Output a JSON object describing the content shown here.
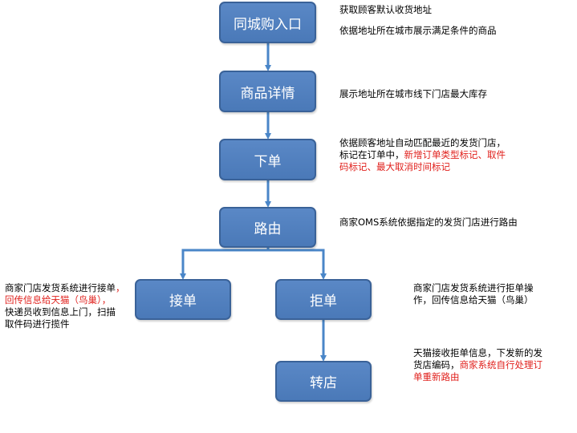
{
  "nodes": {
    "entry": "同城购入口",
    "detail": "商品详情",
    "order": "下单",
    "route": "路由",
    "accept": "接单",
    "reject": "拒单",
    "transfer": "转店"
  },
  "notes": {
    "entry_1": "获取顾客默认收货地址",
    "entry_2": "依据地址所在城市展示满足条件的商品",
    "detail": "展示地址所在城市线下门店最大库存",
    "order_1": "依据顾客地址自动匹配最近的发货门店，",
    "order_2a": "标记在订单中，",
    "order_2b": "新增订单类型标记、取件",
    "order_3": "码标记、最大取消时间标记",
    "route": "商家OMS系统依据指定的发货门店进行路由",
    "accept_1": "商家门店发货系统进行接单",
    "accept_1b": "，",
    "accept_2": "回传信息给天猫（鸟巢），",
    "accept_3": "快递员收到信息上门，扫描",
    "accept_4": "取件码进行揽件",
    "reject_1": "商家门店发货系统进行拒单操",
    "reject_2": "作，回传信息给天猫（鸟巢）",
    "transfer_1": "天猫接收拒单信息，下发新的发",
    "transfer_2a": "货店编码，",
    "transfer_2b": "商家系统自行处理订",
    "transfer_3": "单重新路由"
  },
  "colors": {
    "box": "#4f81bd",
    "arrow": "#4a86c8",
    "highlight": "#e0201c"
  }
}
